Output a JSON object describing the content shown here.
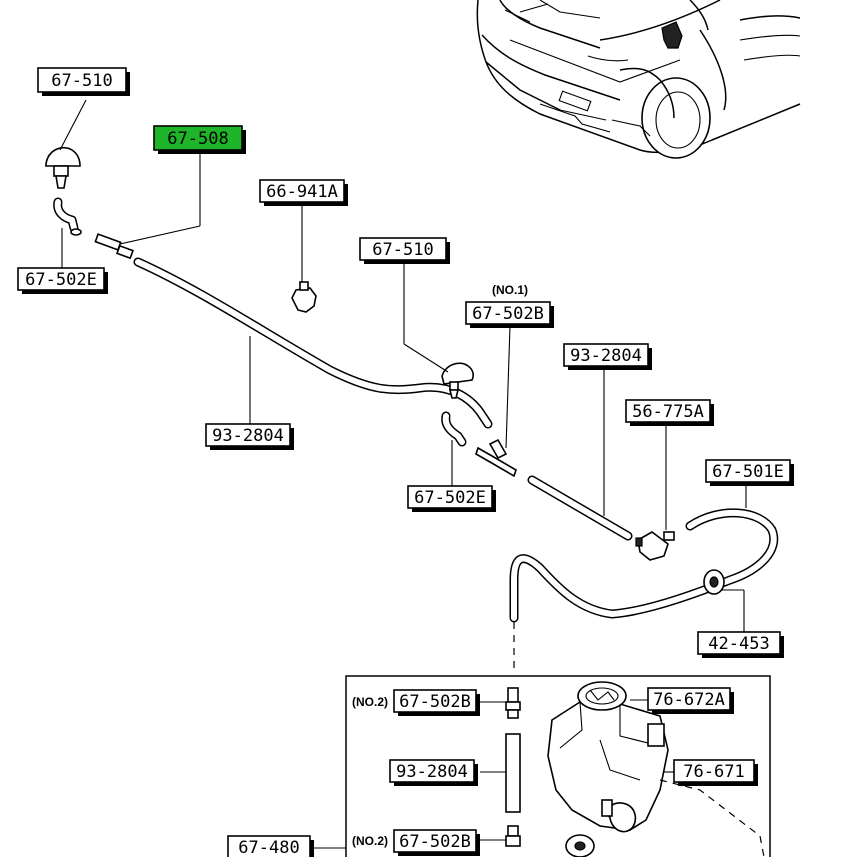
{
  "labels": {
    "nozzle_top": "67-510",
    "hose_highlight": "67-508",
    "clip": "66-941A",
    "nozzle_right": "67-510",
    "joint_no1": "67-502B",
    "joint_no1_note": "(NO.1)",
    "tube_right": "93-2804",
    "check_valve": "56-775A",
    "hose_e_right": "67-501E",
    "joint_e_left": "67-502E",
    "tube_main": "93-2804",
    "joint_e_center": "67-502E",
    "grommet": "42-453",
    "joint_no2_top": "67-502B",
    "joint_no2_top_note": "(NO.2)",
    "cap": "76-672A",
    "tube_lower": "93-2804",
    "tank": "76-671",
    "pump": "67-480",
    "joint_no2_bottom": "67-502B",
    "joint_no2_bottom_note": "(NO.2)"
  },
  "colors": {
    "highlight": "#1fb52a"
  }
}
